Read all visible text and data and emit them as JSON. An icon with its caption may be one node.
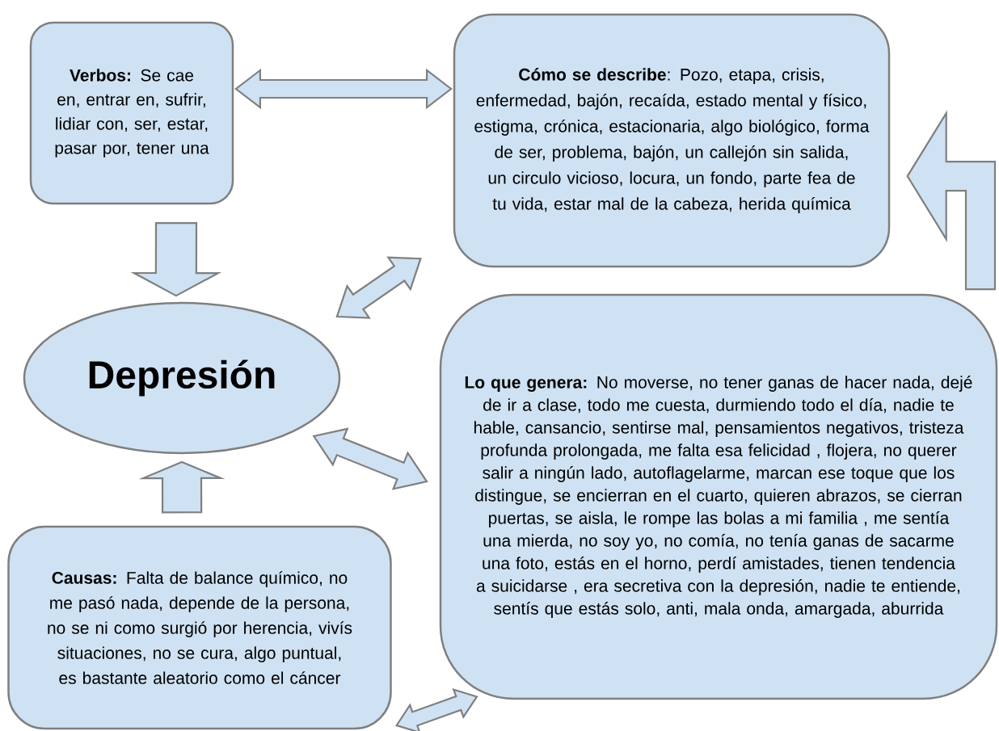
{
  "diagram": {
    "nodes": [
      {
        "text": [
          "**Verbos:** Se cae en, entrar en, sufrir, lidiar con, ser, estar, pasar por, tener una"
        ]
      },
      {
        "text": [
          "**Cómo se describe**: Pozo, etapa, crisis, enfermedad, bajón, recaída, estado mental y físico, estigma, crónica, estacionaria, algo biológico, forma de ser, problema, bajón, un callejón sin salida, un circulo vicioso, locura, un fondo, parte fea de tu vida, estar mal de la cabeza, herida química"
        ]
      },
      {
        "text": [
          "Depresión"
        ]
      },
      {
        "text": [
          "**Lo que genera:** No moverse, no tener ganas de hacer nada, dejé de ir a clase, todo me cuesta, durmiendo todo el día, nadie te hable,  cansancio, sentirse mal, pensamientos negativos, tristeza profunda prolongada, me falta esa felicidad , flojera, no querer salir a ningún lado, autoflagelarme, marcan ese toque que los distingue, se encierran en el cuarto, quieren abrazos, se cierran puertas, se aisla, le rompe las bolas a mi familia , me sentía una mierda,  no soy yo, no comía, no tenía ganas de sacarme una foto, estás en el horno, perdí amistades, tienen tendencia a suicidarse , era secretiva con la depresión, nadie te entiende, sentís que estás solo, anti, mala onda, amargada, aburrida"
        ]
      },
      {
        "text": [
          "**Causas:** Falta de balance químico, no me pasó nada, depende de la persona, no se ni como surgió por herencia, vivís situaciones, no se cura, algo puntual, es bastante aleatorio como el cáncer"
        ]
      }
    ],
    "edges": [
      {
        "from": 0,
        "to": 2,
        "arrow": "to"
      },
      {
        "from": 0,
        "to": 1,
        "arrow": "both"
      },
      {
        "from": 2,
        "to": 1,
        "arrow": "both"
      },
      {
        "from": 2,
        "to": 3,
        "arrow": "both"
      },
      {
        "from": 4,
        "to": 2,
        "arrow": "to"
      },
      {
        "from": 4,
        "to": 3,
        "arrow": "both"
      },
      {
        "from": 3,
        "to": 1,
        "arrow": "to"
      }
    ]
  }
}
